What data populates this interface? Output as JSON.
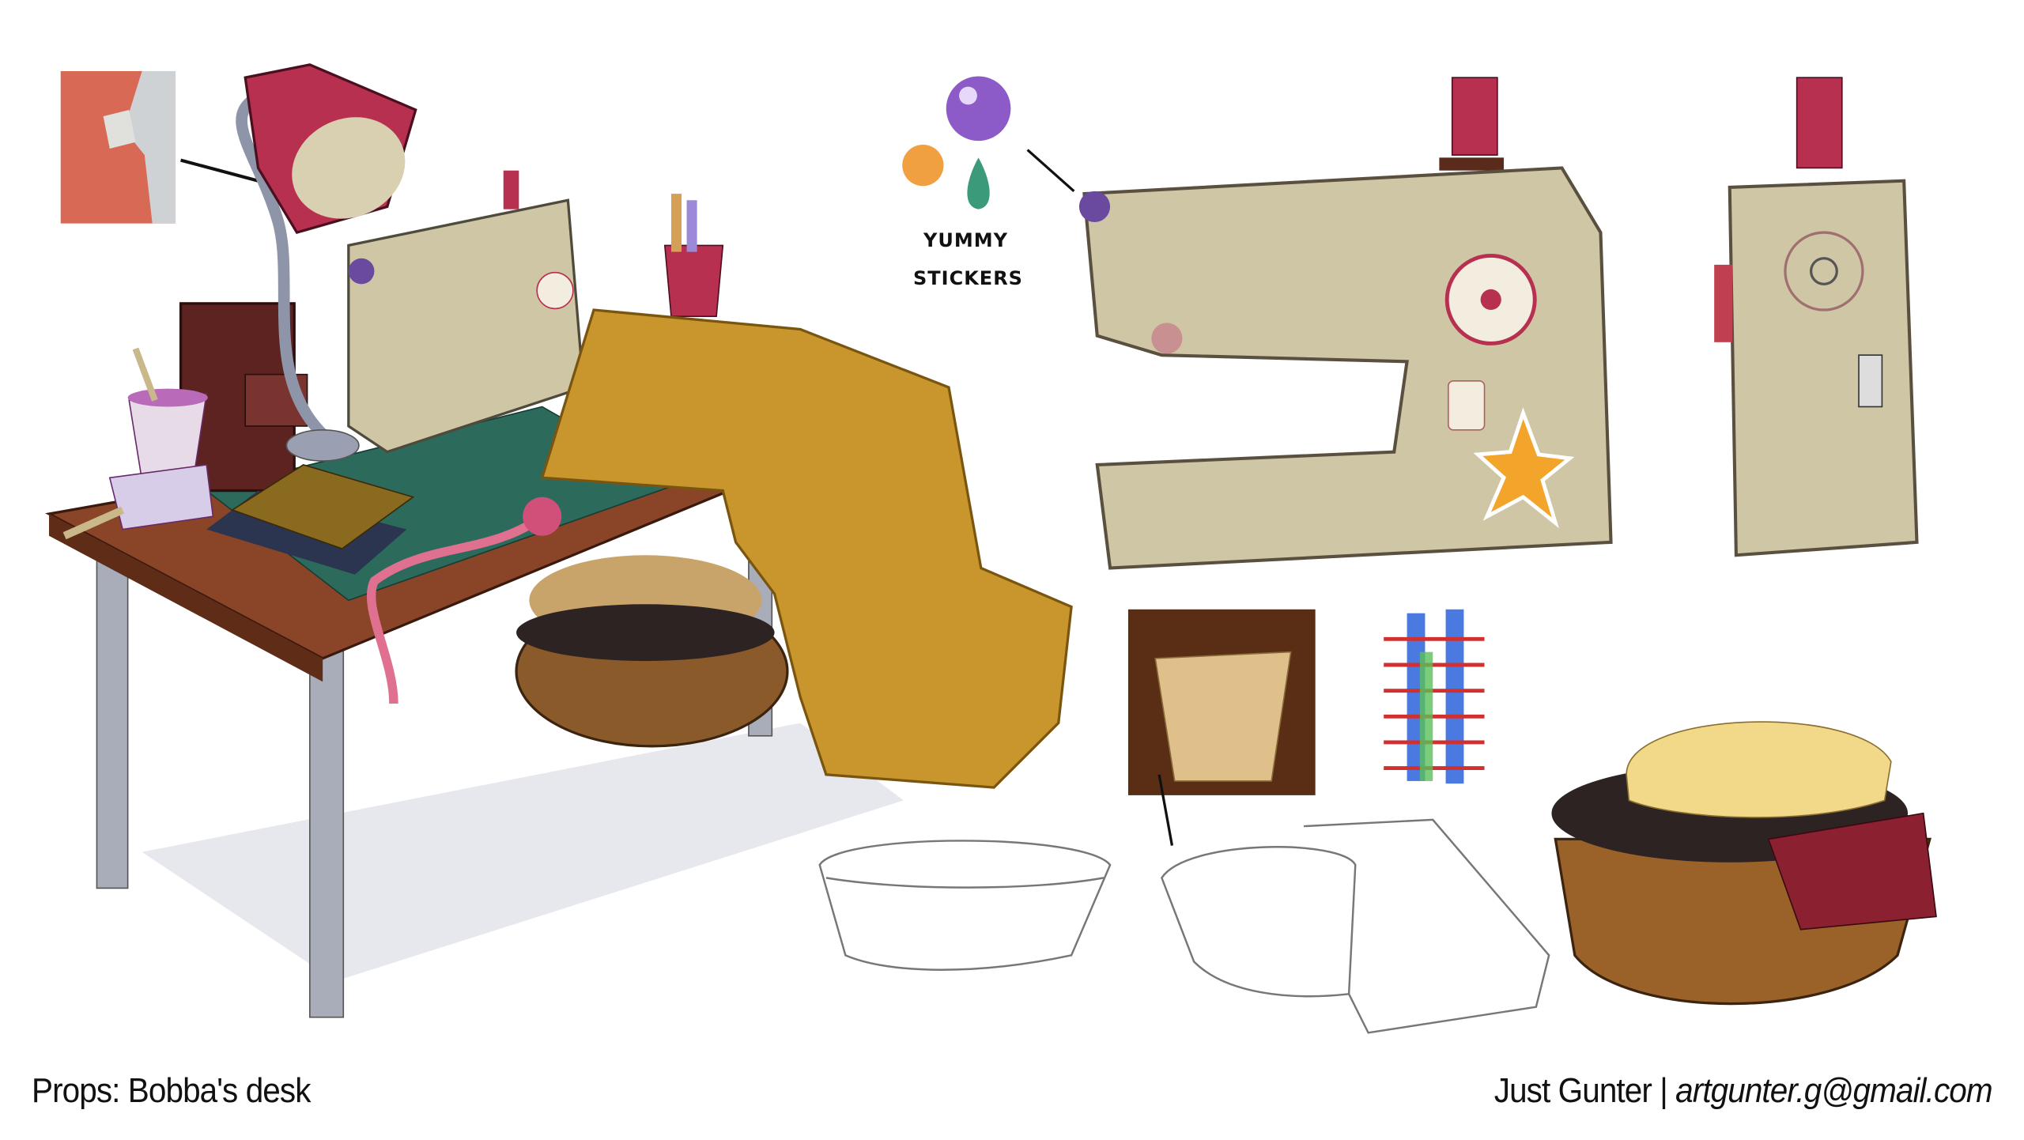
{
  "sheet": {
    "title": "Props: Bobba's desk",
    "author": "Just Gunter",
    "separator": "|",
    "email": "artgunter.g@gmail.com"
  },
  "annotations": {
    "stickers_line1": "YUMMY",
    "stickers_line2": "STICKERS"
  },
  "colors": {
    "lamp": "#b8304f",
    "machine": "#cfc6a6",
    "cloth": "#c9962e",
    "desk": "#7a3d22",
    "mat": "#2c6a5c",
    "basket": "#8a5a2a",
    "spool": "#b8304f",
    "star": "#f2a52a"
  }
}
